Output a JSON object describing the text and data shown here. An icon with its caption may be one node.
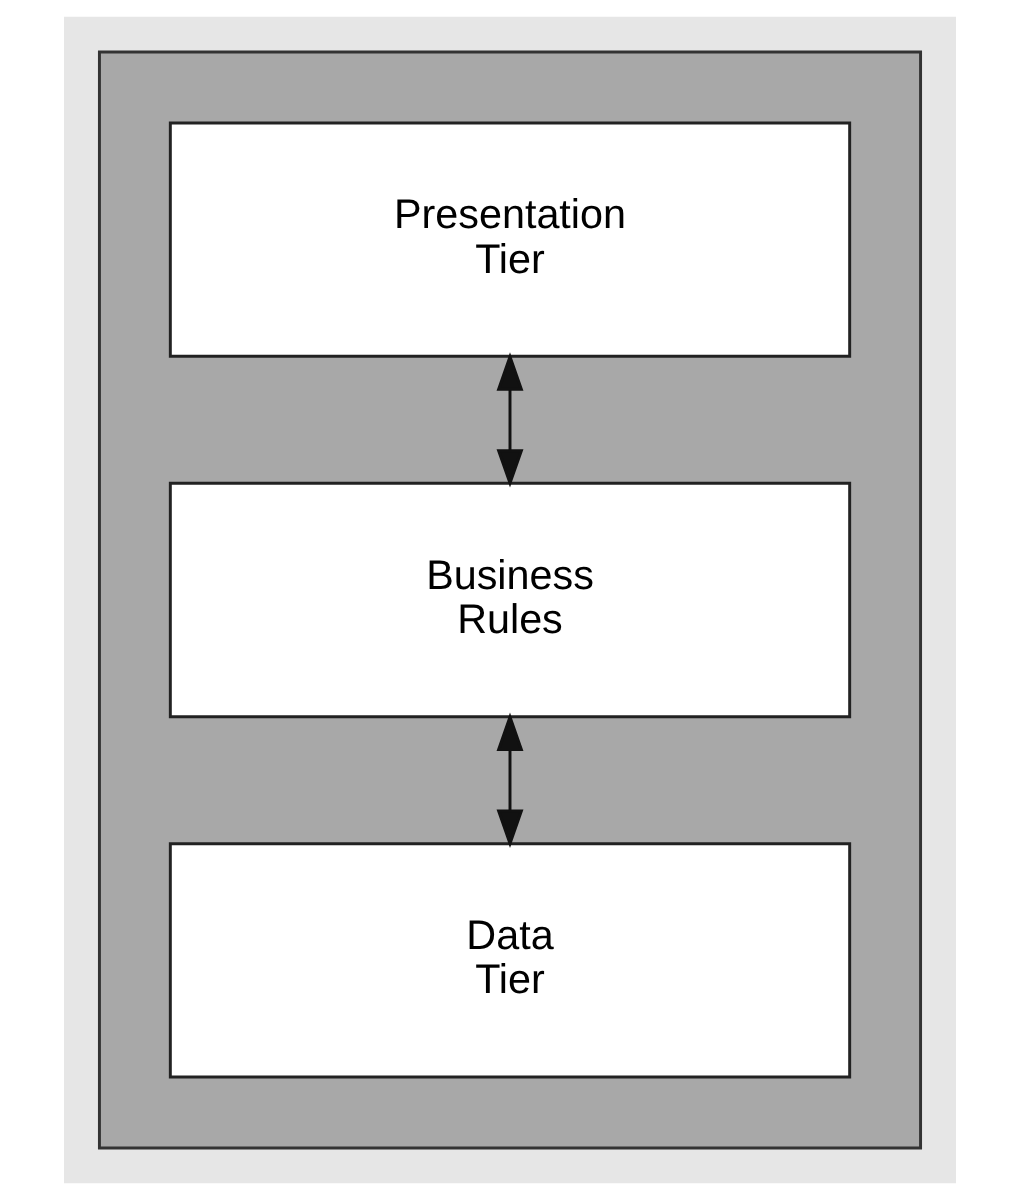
{
  "diagram": {
    "nodes": [
      {
        "text": [],
        "shape": "box"
      },
      {
        "text": [
          "Presentation Tier"
        ],
        "in": 0
      },
      {
        "text": [
          "Business Rules"
        ],
        "in": 0
      },
      {
        "text": [
          "Data Tier"
        ],
        "in": 0
      }
    ],
    "edges": [
      {
        "from": 1,
        "to": 2,
        "arrow": "both"
      },
      {
        "from": 2,
        "to": 3,
        "arrow": "both"
      }
    ]
  }
}
